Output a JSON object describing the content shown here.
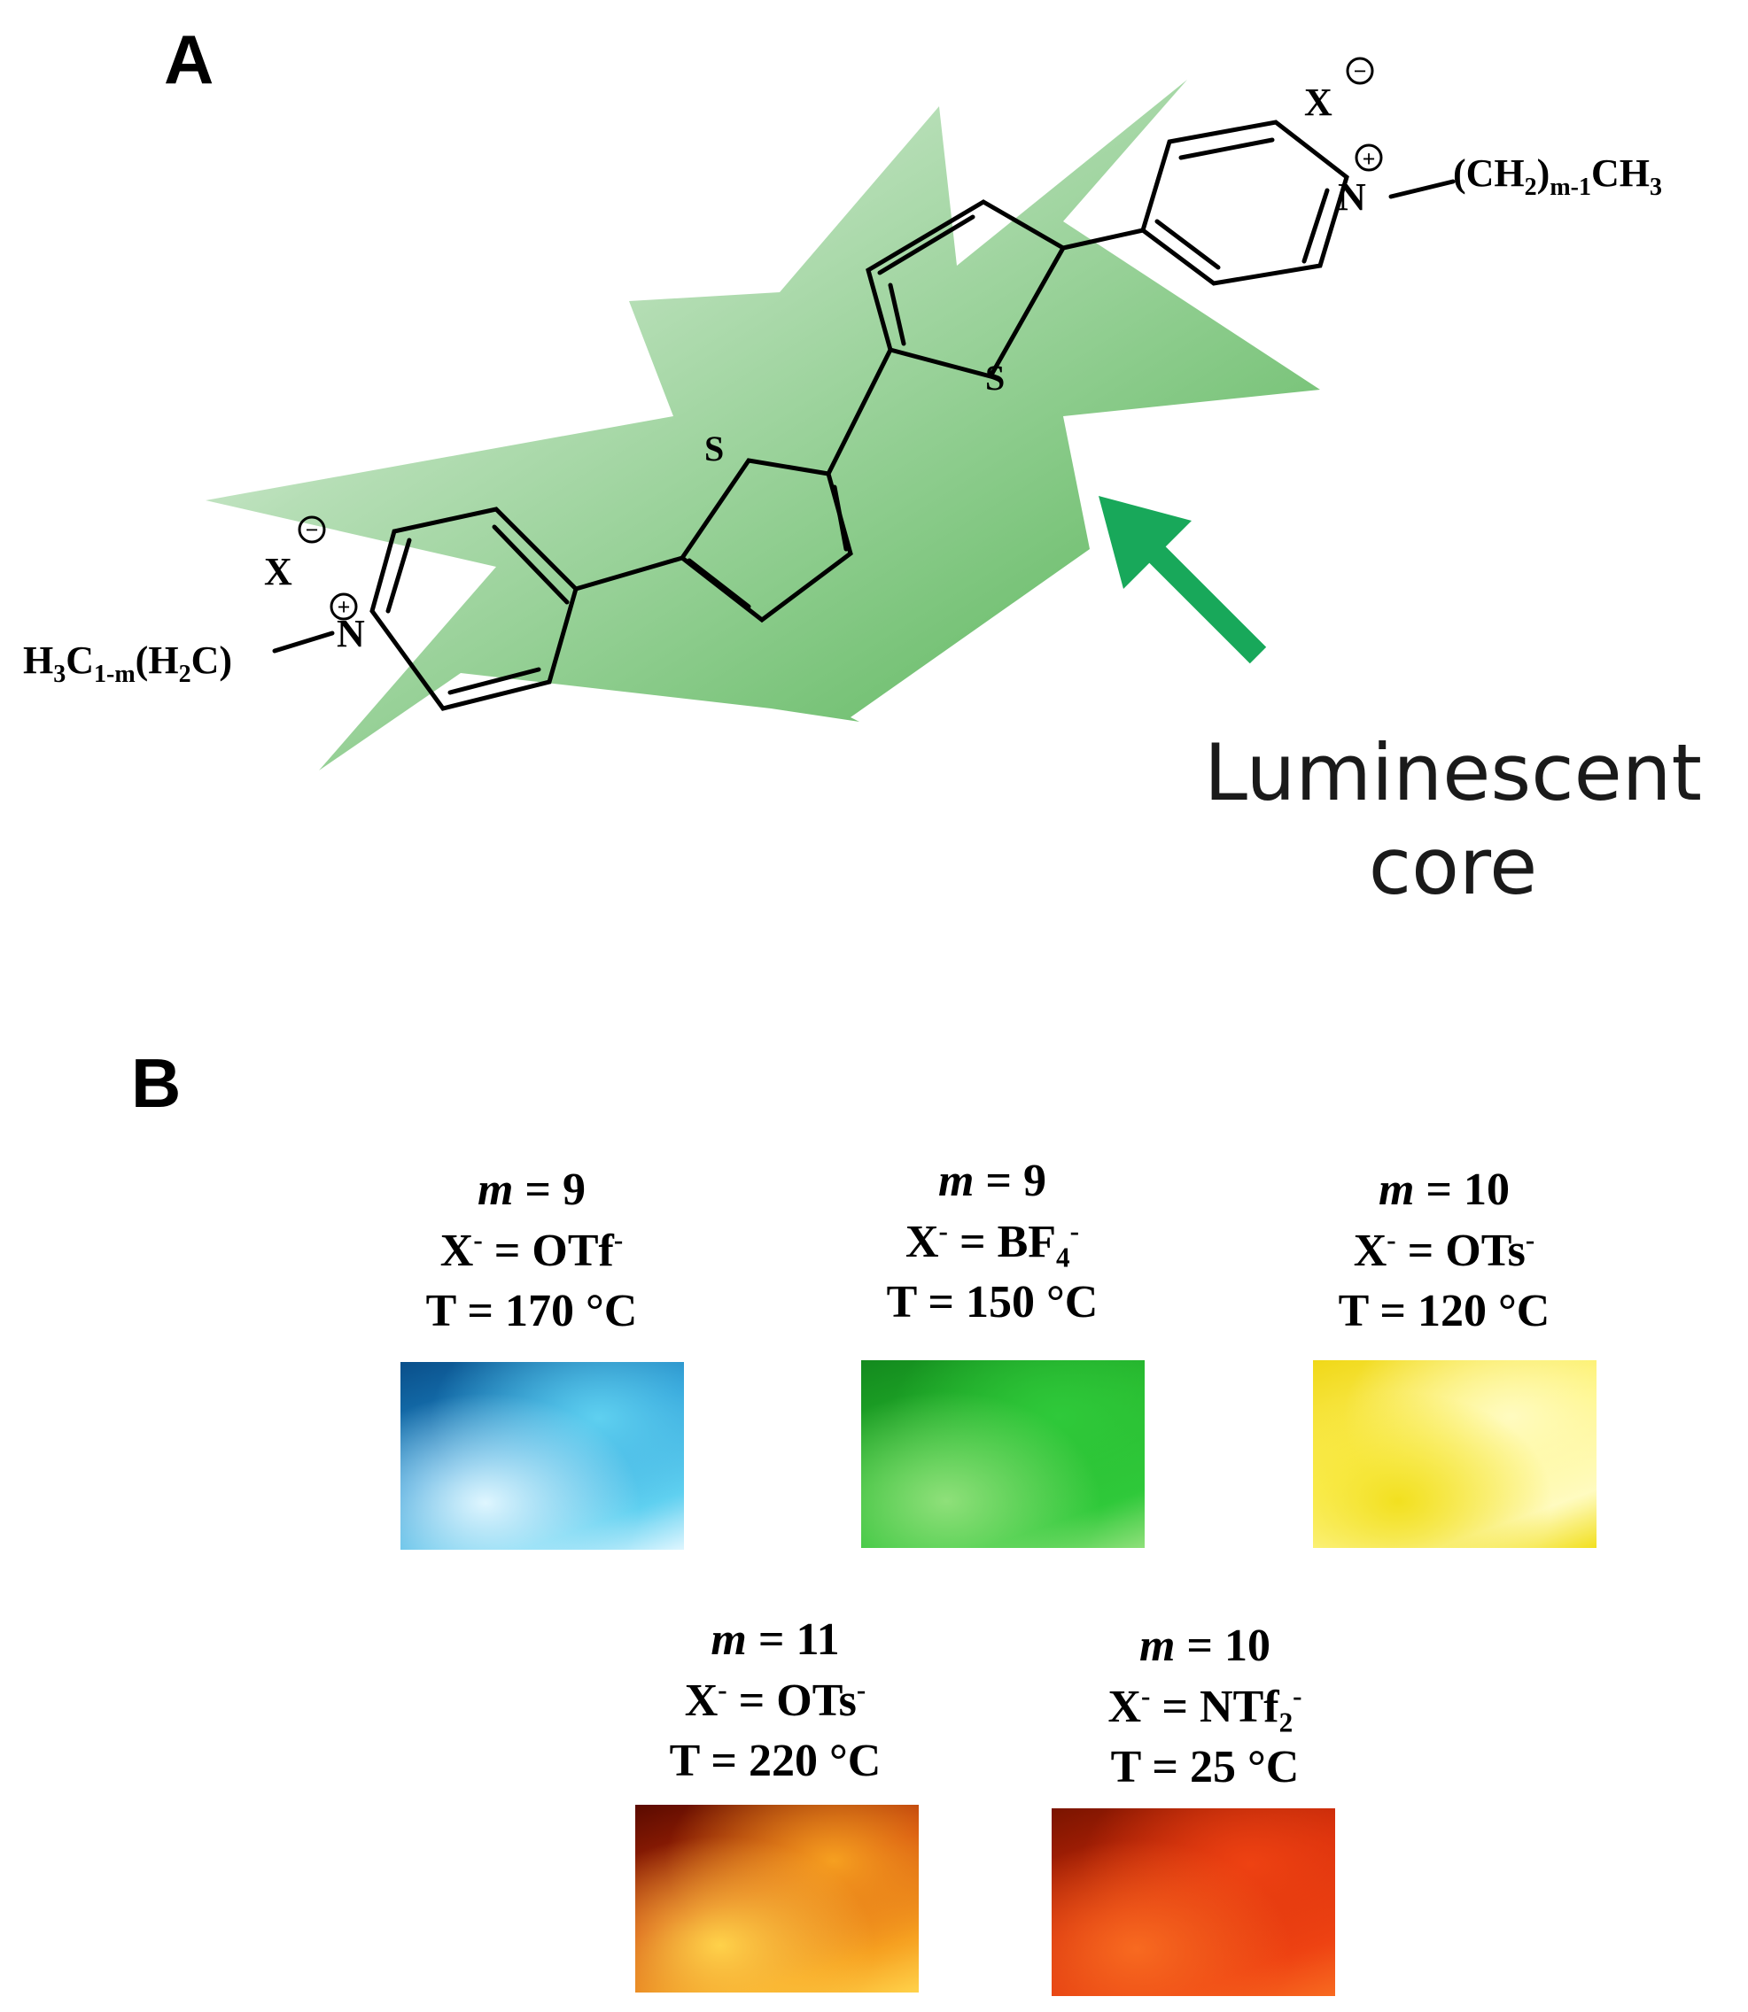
{
  "panel_a": {
    "label": "A",
    "core_caption": [
      "Luminescent",
      "core"
    ],
    "atoms": {
      "sulfur": "S",
      "nitrogen": "N",
      "anion": "X",
      "right_chain": "(CH",
      "right_chain_sub1": "2",
      "right_chain_mid": ")",
      "right_chain_sub2": "m-1",
      "right_chain_end": "CH",
      "right_chain_sub3": "3",
      "left_chain": "H",
      "left_chain_sub1": "3",
      "left_chain_mid": "C",
      "left_chain_sub2": "1-m",
      "left_chain_mid2": "(H",
      "left_chain_sub3": "2",
      "left_chain_end": "C)",
      "plus": "+",
      "minus": "−"
    },
    "colors": {
      "glow": "#5fb85f",
      "arrow": "#18a85a"
    }
  },
  "panel_b": {
    "label": "B",
    "samples": [
      {
        "m_label": "m",
        "m_value": "= 9",
        "anion": "X",
        "anion_sup": "-",
        "anion_eq": " = OTf",
        "anion_sup2": "-",
        "anion_sub": "",
        "temp": "T = 170 °C",
        "colors": [
          "#0a4f8a",
          "#1f8fd0",
          "#5fd0f0",
          "#dff6ff"
        ]
      },
      {
        "m_label": "m",
        "m_value": "= 9",
        "anion": "X",
        "anion_sup": "-",
        "anion_eq": " = BF",
        "anion_sub": "4",
        "anion_sup2": "-",
        "temp": "T = 150 °C",
        "colors": [
          "#138a1e",
          "#26b82d",
          "#2fc93a",
          "#8fe07a"
        ]
      },
      {
        "m_label": "m",
        "m_value": "= 10",
        "anion": "X",
        "anion_sup": "-",
        "anion_eq": " = OTs",
        "anion_sup2": "-",
        "anion_sub": "",
        "temp": "T = 120 °C",
        "colors": [
          "#f0d818",
          "#fff36a",
          "#fffbc0",
          "#f2e020"
        ]
      },
      {
        "m_label": "m",
        "m_value": "= 11",
        "anion": "X",
        "anion_sup": "-",
        "anion_eq": " = OTs",
        "anion_sup2": "-",
        "anion_sub": "",
        "temp": "T = 220 °C",
        "colors": [
          "#5a0a00",
          "#c83208",
          "#f6a020",
          "#ffd24a"
        ]
      },
      {
        "m_label": "m",
        "m_value": "= 10",
        "anion": "X",
        "anion_sup": "-",
        "anion_eq": " = NTf",
        "anion_sub": "2",
        "anion_sup2": "-",
        "temp": "T = 25 °C",
        "colors": [
          "#7a1400",
          "#d22a0a",
          "#ee4212",
          "#f86a20"
        ]
      }
    ]
  }
}
